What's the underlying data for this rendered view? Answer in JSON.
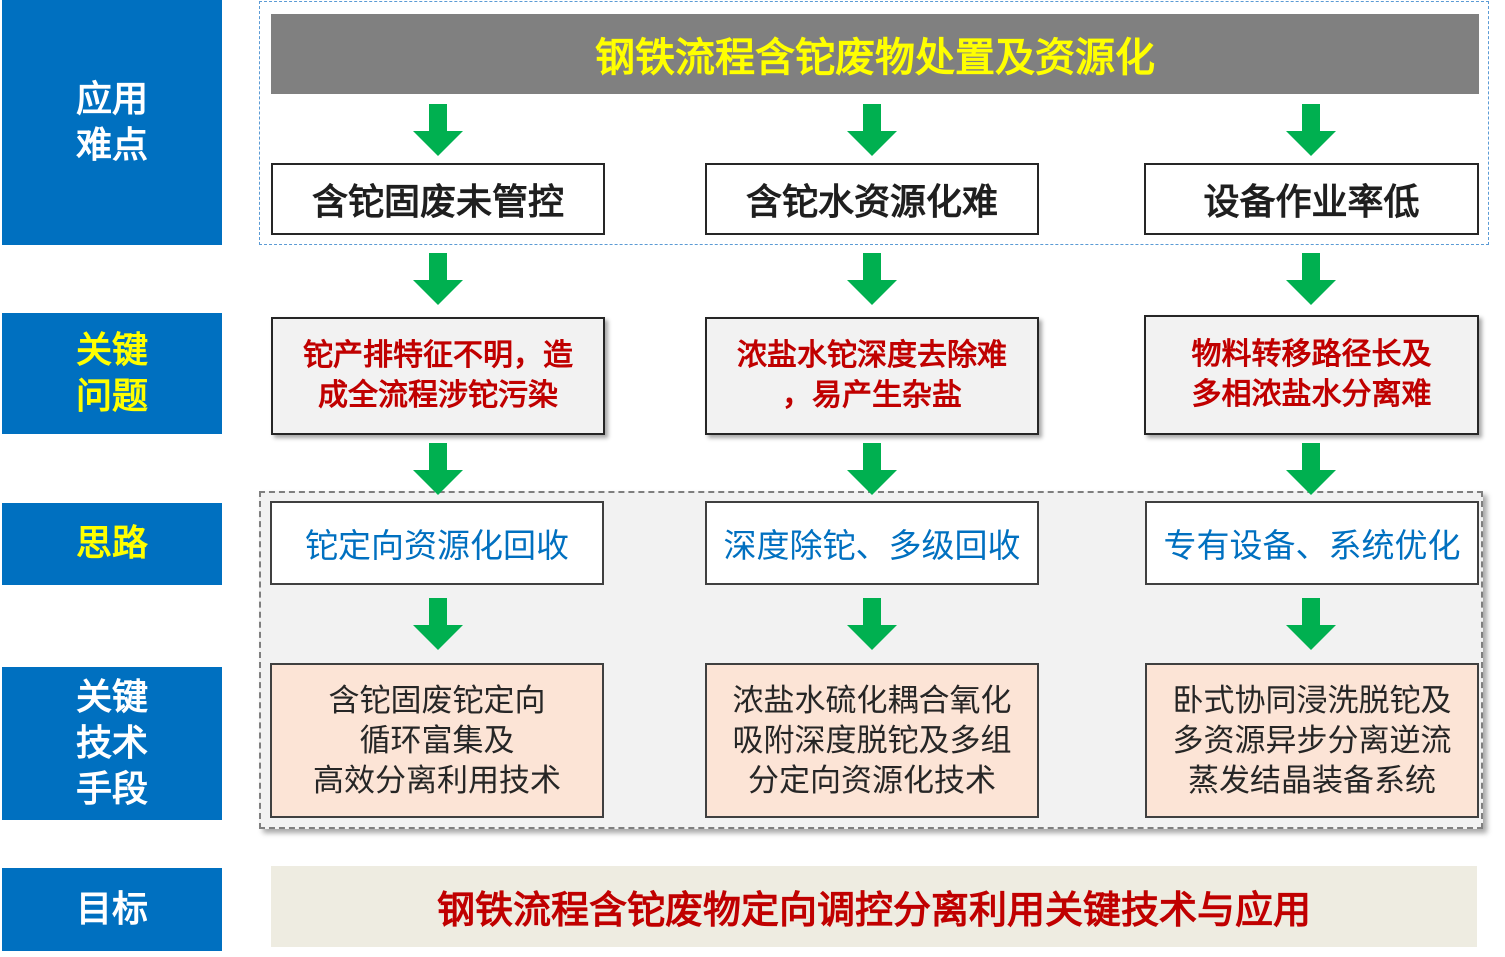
{
  "row_labels": {
    "difficulty": "应用\n难点",
    "key_issue": "关键\n问题",
    "approach": "思路",
    "key_tech": "关键\n技术\n手段",
    "goal": "目标"
  },
  "banner": "钢铁流程含铊废物处置及资源化",
  "difficulties": [
    "含铊固废未管控",
    "含铊水资源化难",
    "设备作业率低"
  ],
  "key_issues": [
    "铊产排特征不明，造\n成全流程涉铊污染",
    "浓盐水铊深度去除难\n，易产生杂盐",
    "物料转移路径长及\n多相浓盐水分离难"
  ],
  "approaches": [
    "铊定向资源化回收",
    "深度除铊、多级回收",
    "专有设备、系统优化"
  ],
  "technologies": [
    "含铊固废铊定向\n循环富集及\n高效分离利用技术",
    "浓盐水硫化耦合氧化\n吸附深度脱铊及多组\n分定向资源化技术",
    "卧式协同浸洗脱铊及\n多资源异步分离逆流\n蒸发结晶装备系统"
  ],
  "goal": "钢铁流程含铊废物定向调控分离利用关键技术与应用",
  "colors": {
    "label_blue": "#0070c0",
    "arrow_green": "#00b050",
    "emphasis_red": "#c00000",
    "highlight_yellow": "#ffff00"
  }
}
